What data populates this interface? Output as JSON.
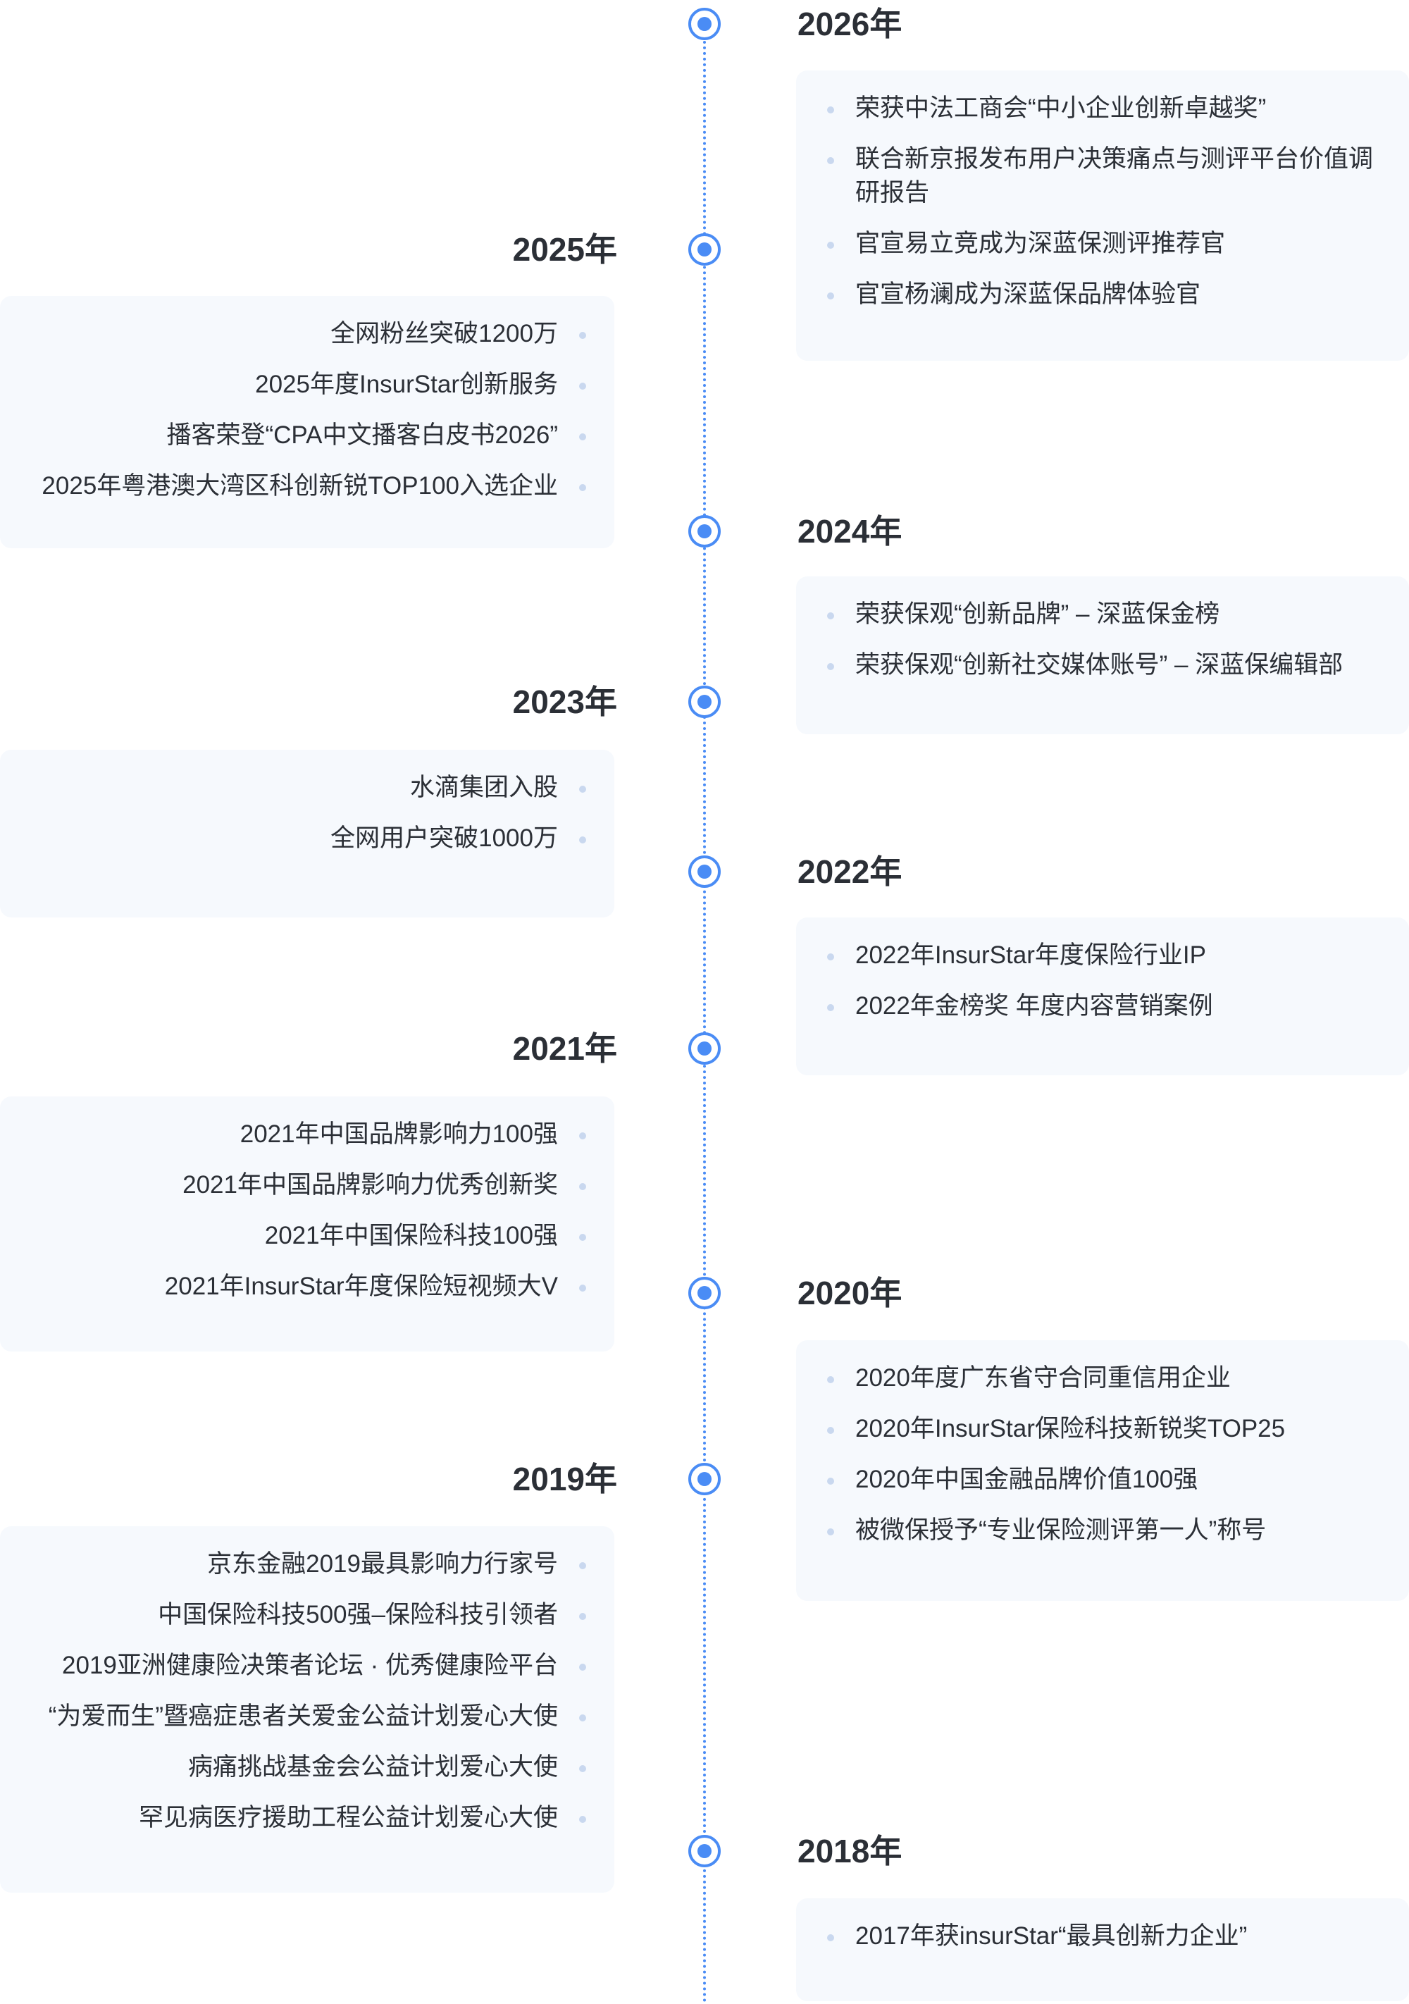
{
  "timeline": {
    "y2026": {
      "year": "2026年",
      "items": [
        "荣获中法工商会“中小企业创新卓越奖”",
        "联合新京报发布用户决策痛点与测评平台价值调研报告",
        "官宣易立竞成为深蓝保测评推荐官",
        "官宣杨澜成为深蓝保品牌体验官"
      ]
    },
    "y2025": {
      "year": "2025年",
      "items": [
        "全网粉丝突破1200万",
        "2025年度InsurStar创新服务",
        "播客荣登“CPA中文播客白皮书2026”",
        "2025年粤港澳大湾区科创新锐TOP100入选企业"
      ]
    },
    "y2024": {
      "year": "2024年",
      "items": [
        "荣获保观“创新品牌” – 深蓝保金榜",
        "荣获保观“创新社交媒体账号” – 深蓝保编辑部"
      ]
    },
    "y2023": {
      "year": "2023年",
      "items": [
        "水滴集团入股",
        "全网用户突破1000万"
      ]
    },
    "y2022": {
      "year": "2022年",
      "items": [
        "2022年InsurStar年度保险行业IP",
        "2022年金榜奖 年度内容营销案例"
      ]
    },
    "y2021": {
      "year": "2021年",
      "items": [
        "2021年中国品牌影响力100强",
        "2021年中国品牌影响力优秀创新奖",
        "2021年中国保险科技100强",
        "2021年InsurStar年度保险短视频大V"
      ]
    },
    "y2020": {
      "year": "2020年",
      "items": [
        "2020年度广东省守合同重信用企业",
        "2020年InsurStar保险科技新锐奖TOP25",
        "2020年中国金融品牌价值100强",
        "被微保授予“专业保险测评第一人”称号"
      ]
    },
    "y2019": {
      "year": "2019年",
      "items": [
        "京东金融2019最具影响力行家号",
        "中国保险科技500强–保险科技引领者",
        "2019亚洲健康险决策者论坛 · 优秀健康险平台",
        "“为爱而生”暨癌症患者关爱金公益计划爱心大使",
        "病痛挑战基金会公益计划爱心大使",
        "罕见病医疗援助工程公益计划爱心大使"
      ]
    },
    "y2018": {
      "year": "2018年",
      "items": [
        "2017年获insurStar“最具创新力企业”"
      ]
    }
  },
  "colors": {
    "accent": "#4a8cf5",
    "card_bg": "#f6f9fd",
    "text": "#2b2f36",
    "bullet": "#c9d8ef"
  }
}
